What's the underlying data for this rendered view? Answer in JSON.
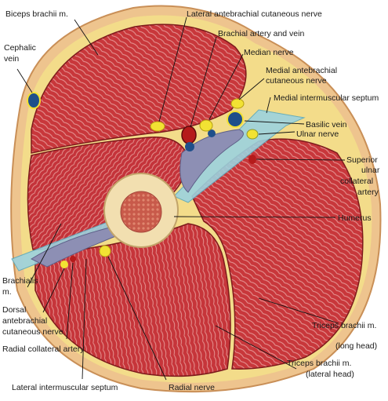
{
  "labels": {
    "biceps_brachii": "Biceps brachii m.",
    "lateral_antebrachial_cutaneous_nerve": "Lateral antebrachial cutaneous nerve",
    "cephalic_vein_line1": "Cephalic",
    "cephalic_vein_line2": "vein",
    "brachial_artery_vein": "Brachial artery and vein",
    "median_nerve": "Median nerve",
    "medial_antebrachial_line1": "Medial antebrachial",
    "medial_antebrachial_line2": "cutaneous nerve",
    "medial_intermuscular_septum": "Medial intermuscular septum",
    "basilic_vein": "Basilic vein",
    "ulnar_nerve": "Ulnar nerve",
    "superior_ulnar_line1": "Superior",
    "superior_ulnar_line2": "ulnar",
    "superior_ulnar_line3": "collateral",
    "superior_ulnar_line4": "artery",
    "humerus": "Humerus",
    "brachialis_line1": "Brachialis",
    "brachialis_line2": "m.",
    "dorsal_line1": "Dorsal",
    "dorsal_line2": "antebrachial",
    "dorsal_line3": "cutaneous nerve",
    "radial_collateral_artery": "Radial collateral artery",
    "lateral_intermuscular_septum": "Lateral intermuscular septum",
    "radial_nerve": "Radial nerve",
    "triceps_long_line1": "Triceps brachii m.",
    "triceps_long_line2": "(long head)",
    "triceps_lateral_line1": "Triceps brachii m.",
    "triceps_lateral_line2": "(lateral head)"
  },
  "colors": {
    "skin": "#eec48e",
    "fat": "#f3dc8a",
    "muscle": "#c8373b",
    "muscle_fiber": "#e79a98",
    "septum": "#9cd3df",
    "septum_edge": "#5aa9bd",
    "bone_cortex": "#f2dfb0",
    "marrow": "#c85a4a",
    "nerve": "#f2e233",
    "vein": "#1f4f8a",
    "artery": "#b51b1b",
    "neurovascular_sheath": "#8d8fb4"
  }
}
